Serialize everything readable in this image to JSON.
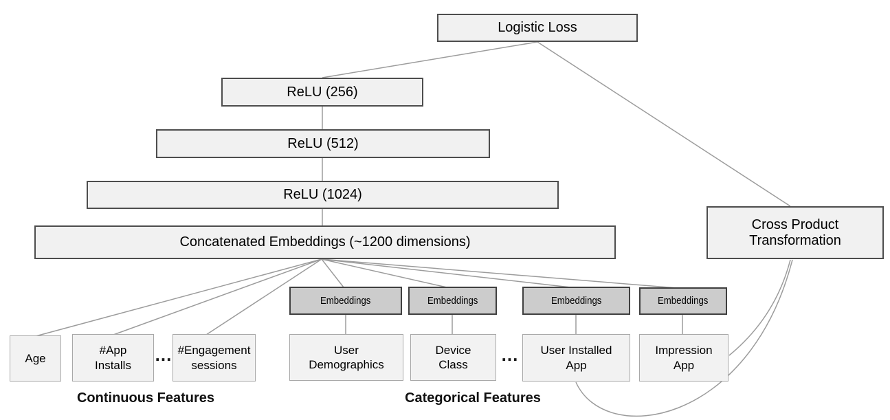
{
  "nodes": {
    "logistic_loss": "Logistic Loss",
    "relu_256": "ReLU (256)",
    "relu_512": "ReLU (512)",
    "relu_1024": "ReLU (1024)",
    "concat_embeddings": "Concatenated Embeddings (~1200 dimensions)",
    "cross_product": "Cross Product\nTransformation",
    "embeddings": [
      "Embeddings",
      "Embeddings",
      "Embeddings",
      "Embeddings"
    ],
    "features": {
      "age": "Age",
      "app_installs": "#App\nInstalls",
      "engagement_sessions": "#Engagement\nsessions",
      "user_demographics": "User\nDemographics",
      "device_class": "Device\nClass",
      "user_installed_app": "User Installed\nApp",
      "impression_app": "Impression\nApp"
    },
    "ellipsis_continuous": "...",
    "ellipsis_categorical": "..."
  },
  "section_labels": {
    "continuous": "Continuous Features",
    "categorical": "Categorical Features"
  },
  "colors": {
    "box_fill_light": "#f1f1f1",
    "box_fill_feature": "#f2f2f2",
    "box_fill_embedding": "#cccccc",
    "box_border_dark": "#4d4d4d",
    "box_border_light": "#a8a8a8",
    "edge_gray": "#9c9c9c",
    "background": "#ffffff"
  }
}
